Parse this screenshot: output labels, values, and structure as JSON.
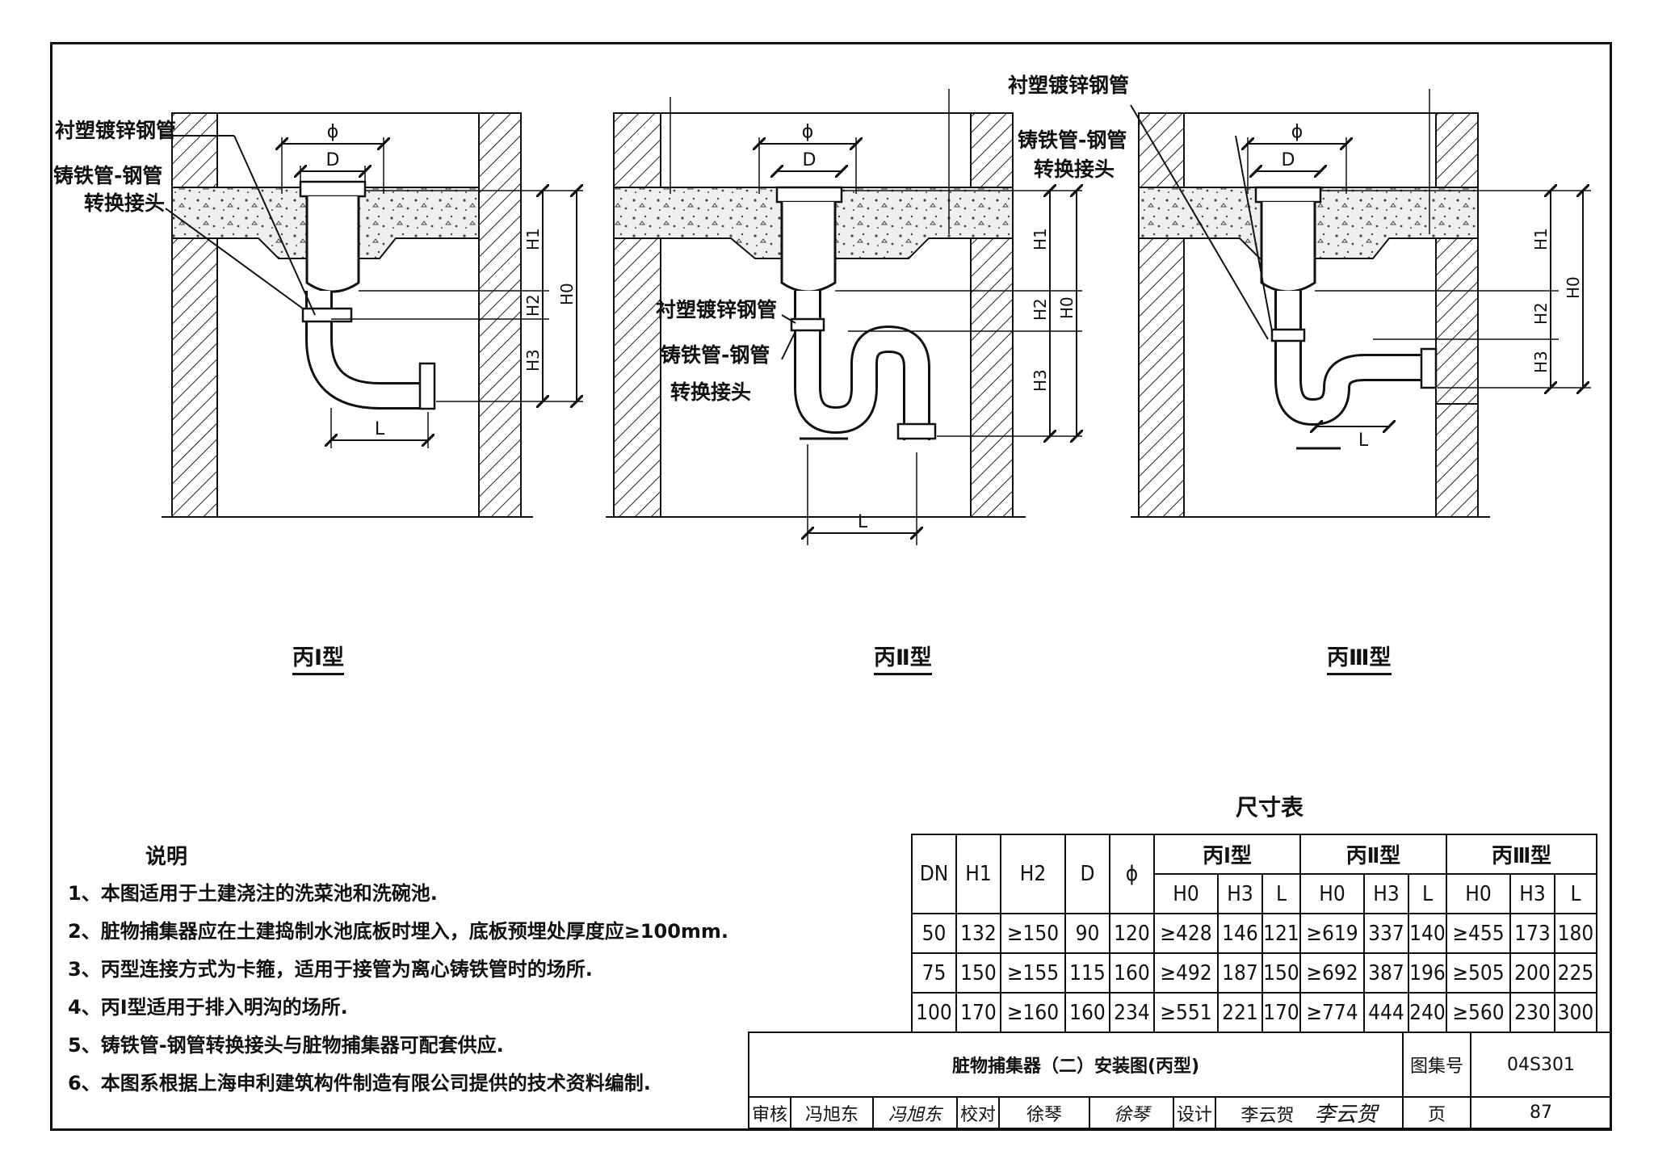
{
  "labels": {
    "pipe_lined": "衬塑镀锌钢管",
    "adapter_line1": "铸铁管-钢管",
    "adapter_line2": "转换接头",
    "phi": "ϕ",
    "d": "D",
    "h1": "H1",
    "h2": "H2",
    "h3": "H3",
    "h0": "H0",
    "l": "L"
  },
  "captions": [
    "丙Ⅰ型",
    "丙Ⅱ型",
    "丙Ⅲ型"
  ],
  "notes": {
    "title": "说明",
    "items": [
      "1、本图适用于土建浇注的洗菜池和洗碗池.",
      "2、脏物捕集器应在土建捣制水池底板时埋入，底板预埋处厚度应≥100mm.",
      "3、丙型连接方式为卡箍，适用于接管为离心铸铁管时的场所.",
      "4、丙Ⅰ型适用于排入明沟的场所.",
      "5、铸铁管-钢管转换接头与脏物捕集器可配套供应.",
      "6、本图系根据上海申利建筑构件制造有限公司提供的技术资料编制."
    ]
  },
  "table": {
    "title": "尺寸表",
    "headers": {
      "dn": "DN",
      "h1": "H1",
      "h2": "H2",
      "d": "D",
      "phi": "ϕ",
      "group1": "丙Ⅰ型",
      "group2": "丙Ⅱ型",
      "group3": "丙Ⅲ型",
      "h0": "H0",
      "h3": "H3",
      "l": "L"
    },
    "rows": [
      [
        "50",
        "132",
        "≥150",
        "90",
        "120",
        "≥428",
        "146",
        "121",
        "≥619",
        "337",
        "140",
        "≥455",
        "173",
        "180"
      ],
      [
        "75",
        "150",
        "≥155",
        "115",
        "160",
        "≥492",
        "187",
        "150",
        "≥692",
        "387",
        "196",
        "≥505",
        "200",
        "225"
      ],
      [
        "100",
        "170",
        "≥160",
        "160",
        "234",
        "≥551",
        "221",
        "170",
        "≥774",
        "444",
        "240",
        "≥560",
        "230",
        "300"
      ]
    ]
  },
  "title_block": {
    "drawing_title": "脏物捕集器（二）安装图(丙型)",
    "atlas_label": "图集号",
    "atlas_no": "04S301",
    "review_label": "审核",
    "reviewer": "冯旭东",
    "reviewer_sig": "冯旭东",
    "check_label": "校对",
    "checker": "徐琴",
    "checker_sig": "徐琴",
    "design_label": "设计",
    "designer": "李云贺",
    "designer_sig": "李云贺",
    "page_label": "页",
    "page_no": "87"
  }
}
